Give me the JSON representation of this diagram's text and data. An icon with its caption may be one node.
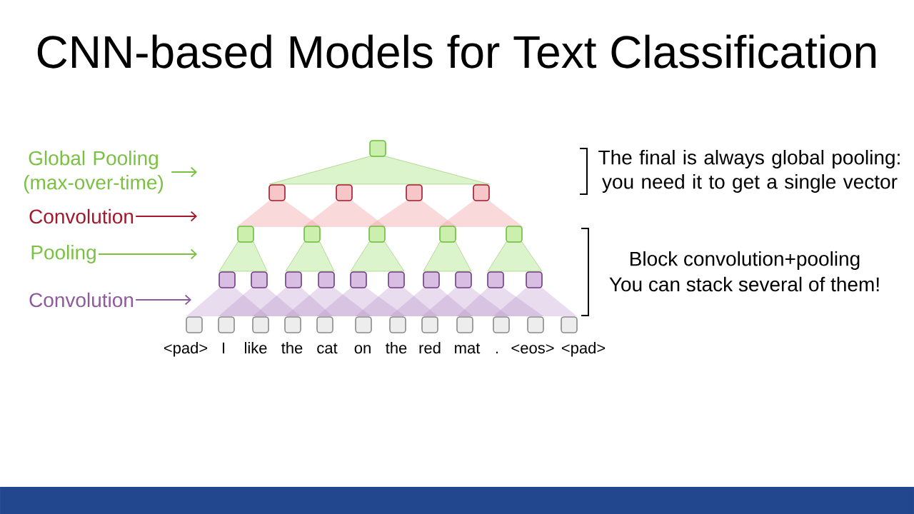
{
  "diagram": {
    "title": "CNN-based Models for Text Classification",
    "nodes": [
      {
        "text": [
          "Global Pooling (max-over-time)"
        ]
      },
      {
        "text": [
          "Convolution"
        ]
      },
      {
        "text": [
          "Pooling"
        ]
      },
      {
        "text": [
          "Convolution"
        ]
      },
      {
        "text": [],
        "shape": "box"
      },
      {
        "text": [],
        "shape": "box"
      },
      {
        "text": [],
        "shape": "box"
      },
      {
        "text": [],
        "shape": "box"
      },
      {
        "text": [],
        "shape": "box"
      },
      {
        "text": [],
        "shape": "box"
      },
      {
        "text": [],
        "shape": "box"
      },
      {
        "text": [],
        "shape": "box"
      },
      {
        "text": [],
        "shape": "box"
      },
      {
        "text": [],
        "shape": "box"
      },
      {
        "text": [],
        "shape": "box"
      },
      {
        "text": [],
        "shape": "box"
      },
      {
        "text": [],
        "shape": "box"
      },
      {
        "text": [],
        "shape": "box"
      },
      {
        "text": [],
        "shape": "box"
      },
      {
        "text": [],
        "shape": "box"
      },
      {
        "text": [],
        "shape": "box"
      },
      {
        "text": [],
        "shape": "box"
      },
      {
        "text": [],
        "shape": "box"
      },
      {
        "text": [],
        "shape": "box"
      },
      {
        "text": [],
        "shape": "box",
        "beside": [
          "<pad>"
        ]
      },
      {
        "text": [],
        "shape": "box",
        "beside": [
          "I"
        ]
      },
      {
        "text": [],
        "shape": "box",
        "beside": [
          "like"
        ]
      },
      {
        "text": [],
        "shape": "box",
        "beside": [
          "the"
        ]
      },
      {
        "text": [],
        "shape": "box",
        "beside": [
          "cat"
        ]
      },
      {
        "text": [],
        "shape": "box",
        "beside": [
          "on"
        ]
      },
      {
        "text": [],
        "shape": "box",
        "beside": [
          "the"
        ]
      },
      {
        "text": [],
        "shape": "box",
        "beside": [
          "red"
        ]
      },
      {
        "text": [],
        "shape": "box",
        "beside": [
          "mat"
        ]
      },
      {
        "text": [],
        "shape": "box",
        "beside": [
          "."
        ]
      },
      {
        "text": [],
        "shape": "box",
        "beside": [
          "<eos>"
        ]
      },
      {
        "text": [],
        "shape": "box",
        "beside": [
          "<pad>"
        ]
      }
    ],
    "edges": [
      {
        "from": 0,
        "to": null,
        "arrow": "to",
        "color": "#7ac143"
      },
      {
        "from": 1,
        "to": null,
        "arrow": "to",
        "color": "#a3192b"
      },
      {
        "from": 2,
        "to": null,
        "arrow": "to",
        "color": "#7ac143"
      },
      {
        "from": 3,
        "to": null,
        "arrow": "to",
        "color": "#8e5a9e"
      }
    ],
    "labels": [
      "The final is always global pooling: you need it to get a single vector",
      "Block convolution+pooling",
      "You can stack several of them!"
    ]
  }
}
